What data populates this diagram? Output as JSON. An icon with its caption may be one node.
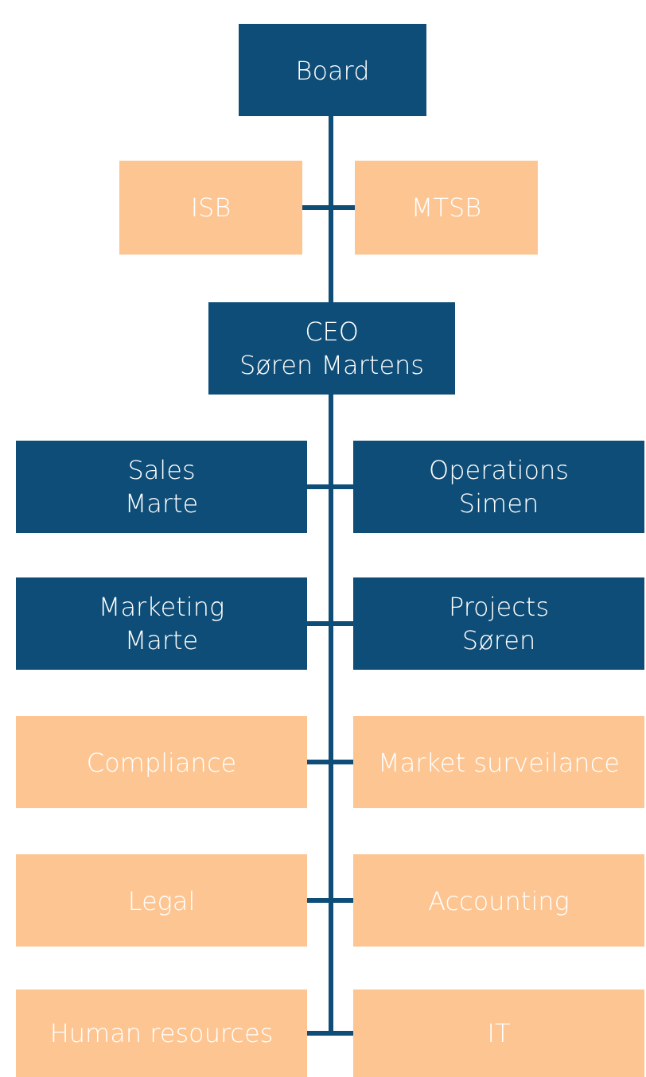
{
  "diagram": {
    "nodes": [
      {
        "text": [
          "Board"
        ]
      },
      {
        "text": [
          "ISB"
        ]
      },
      {
        "text": [
          "MTSB"
        ]
      },
      {
        "text": [
          "CEO",
          "Søren Martens"
        ]
      },
      {
        "text": [
          "Sales",
          "Marte"
        ]
      },
      {
        "text": [
          "Operations",
          "Simen"
        ]
      },
      {
        "text": [
          "Marketing",
          "Marte"
        ]
      },
      {
        "text": [
          "Projects",
          "Søren"
        ]
      },
      {
        "text": [
          "Compliance"
        ]
      },
      {
        "text": [
          "Market surveilance"
        ]
      },
      {
        "text": [
          "Legal"
        ]
      },
      {
        "text": [
          "Accounting"
        ]
      },
      {
        "text": [
          "Human resources"
        ]
      },
      {
        "text": [
          "IT"
        ]
      }
    ],
    "edges": [
      {
        "from": 0,
        "to": 3,
        "arrow": "none"
      },
      {
        "from": 0,
        "to": 1,
        "arrow": "none"
      },
      {
        "from": 0,
        "to": 2,
        "arrow": "none"
      },
      {
        "from": 3,
        "to": 4,
        "arrow": "none"
      },
      {
        "from": 3,
        "to": 5,
        "arrow": "none"
      },
      {
        "from": 3,
        "to": 6,
        "arrow": "none"
      },
      {
        "from": 3,
        "to": 7,
        "arrow": "none"
      },
      {
        "from": 3,
        "to": 8,
        "arrow": "none"
      },
      {
        "from": 3,
        "to": 9,
        "arrow": "none"
      },
      {
        "from": 3,
        "to": 10,
        "arrow": "none"
      },
      {
        "from": 3,
        "to": 11,
        "arrow": "none"
      },
      {
        "from": 3,
        "to": 12,
        "arrow": "none"
      },
      {
        "from": 3,
        "to": 13,
        "arrow": "none"
      }
    ]
  }
}
